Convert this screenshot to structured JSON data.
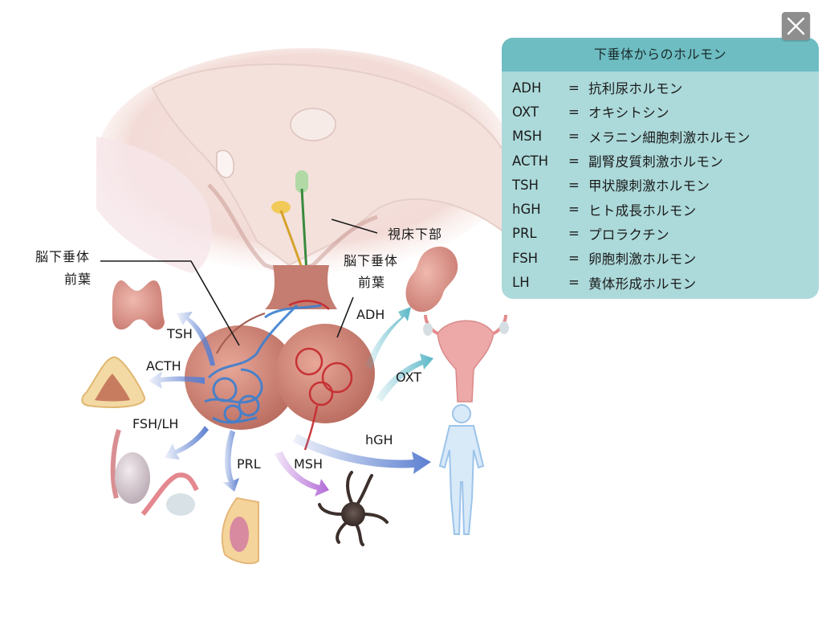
{
  "close_button": {
    "icon": "close-icon",
    "label": "×"
  },
  "legend": {
    "title": "下垂体からのホルモン",
    "equals": "=",
    "rows": [
      {
        "abbr": "ADH",
        "name": "抗利尿ホルモン"
      },
      {
        "abbr": "OXT",
        "name": "オキシトシン"
      },
      {
        "abbr": "MSH",
        "name": "メラニン細胞刺激ホルモン"
      },
      {
        "abbr": "ACTH",
        "name": "副腎皮質刺激ホルモン"
      },
      {
        "abbr": "TSH",
        "name": "甲状腺刺激ホルモン"
      },
      {
        "abbr": "hGH",
        "name": "ヒト成長ホルモン"
      },
      {
        "abbr": "PRL",
        "name": "プロラクチン"
      },
      {
        "abbr": "FSH",
        "name": "卵胞刺激ホルモン"
      },
      {
        "abbr": "LH",
        "name": "黄体形成ホルモン"
      }
    ],
    "colors": {
      "header": "#6dbdc2",
      "body": "#acd9da"
    }
  },
  "diagram": {
    "structure_labels": {
      "hypothalamus": "視床下部",
      "left_lobe_line1": "脳下垂体",
      "left_lobe_line2": "前葉",
      "right_lobe_line1": "脳下垂体",
      "right_lobe_line2": "前葉"
    },
    "hormone_labels": {
      "tsh": "TSH",
      "acth": "ACTH",
      "fsh_lh": "FSH/LH",
      "prl": "PRL",
      "msh": "MSH",
      "hgh": "hGH",
      "adh": "ADH",
      "oxt": "OXT"
    },
    "targets": [
      "thyroid",
      "adrenal-gland",
      "testis",
      "ovary",
      "breast",
      "melanocyte",
      "human-body",
      "kidney",
      "uterus"
    ],
    "arrow_colors": {
      "anterior": "#5b7fd0",
      "msh": "#b26ad6",
      "posterior": "#5cb8c8"
    }
  }
}
